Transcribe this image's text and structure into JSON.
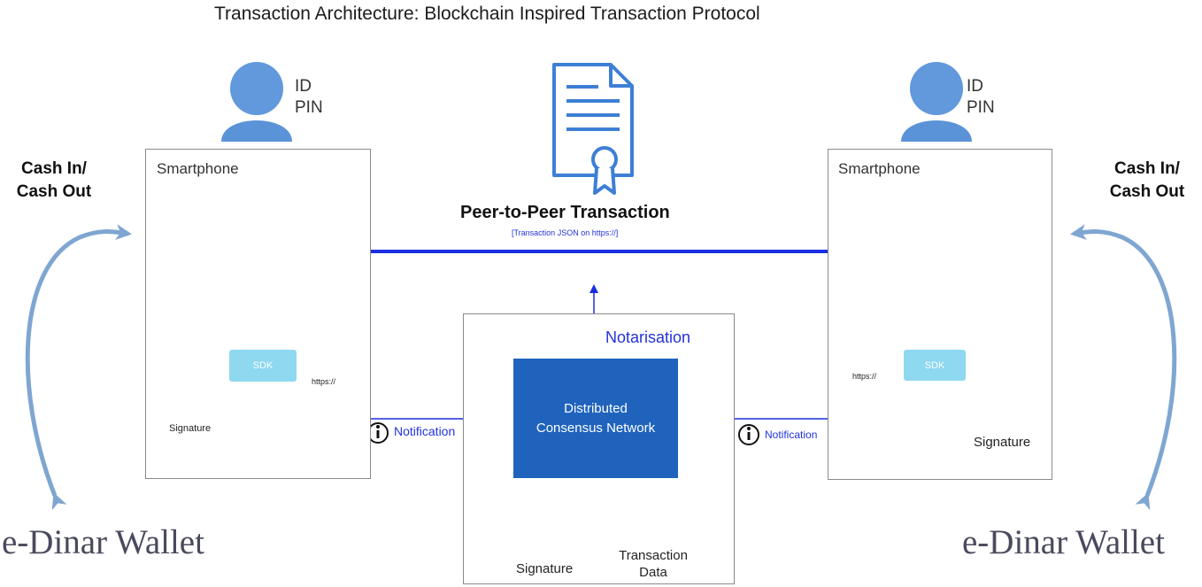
{
  "title": "Transaction Architecture: Blockchain Inspired Transaction Protocol",
  "left": {
    "id_label": "ID",
    "pin_label": "PIN",
    "smartphone_label": "Smartphone",
    "cash_line1": "Cash In/",
    "cash_line2": "Cash Out",
    "sdk_label": "SDK",
    "https_label": "https://",
    "signature_label": "Signature",
    "wallet_label": "e-Dinar Wallet"
  },
  "right": {
    "id_label": "ID",
    "pin_label": "PIN",
    "smartphone_label": "Smartphone",
    "cash_line1": "Cash In/",
    "cash_line2": "Cash Out",
    "sdk_label": "SDK",
    "https_label": "https://",
    "signature_label": "Signature",
    "wallet_label": "e-Dinar Wallet"
  },
  "center": {
    "p2p_label": "Peer-to-Peer Transaction",
    "p2p_sublabel": "[Transaction JSON on https://]",
    "notarisation_label": "Notarisation",
    "network_line1": "Distributed",
    "network_line2": "Consensus Network",
    "signature_label": "Signature",
    "transaction_line1": "Transaction",
    "transaction_line2": "Data",
    "notification_left": "Notification",
    "notification_right": "Notification"
  },
  "colors": {
    "arrow_blue": "#1a2fe0",
    "curve_blue": "#7fa6d1",
    "icon_blue": "#3d7fd6",
    "user_blue": "#5b93d8",
    "network_blue": "#1f63bd",
    "sdk_blue": "#8ed8f0"
  }
}
